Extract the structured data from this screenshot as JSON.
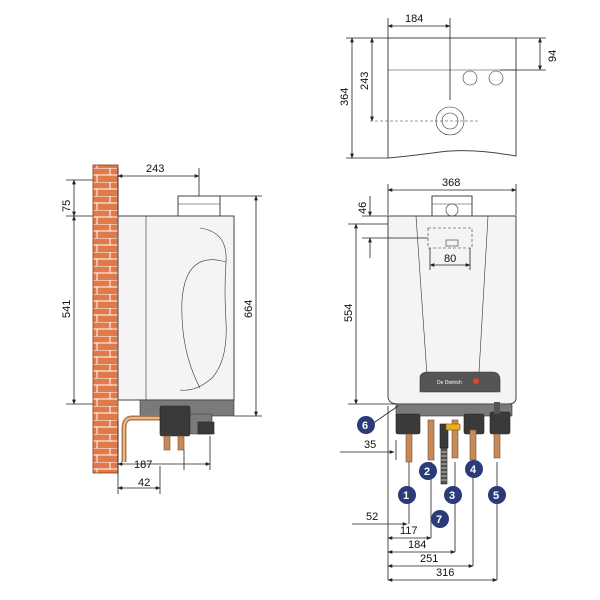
{
  "top_view": {
    "dims": {
      "width": "184",
      "depth_total": "364",
      "flue_offset": "243",
      "right_offset": "94"
    }
  },
  "side_view": {
    "dims": {
      "flue_from_wall": "243",
      "top_offset": "75",
      "bracket_height": "541",
      "total_height": "664",
      "pipe_offset_a": "187",
      "pipe_offset_b": "42"
    }
  },
  "front_view": {
    "brand": "De Dietrich",
    "dims": {
      "width": "368",
      "top_offset": "46",
      "bracket_width": "80",
      "height": "554",
      "left_offset": "35",
      "c1": "52",
      "c2": "117",
      "c3": "184",
      "c4": "251",
      "c5": "316"
    },
    "connections": [
      "1",
      "2",
      "3",
      "4",
      "5",
      "6",
      "7"
    ]
  }
}
